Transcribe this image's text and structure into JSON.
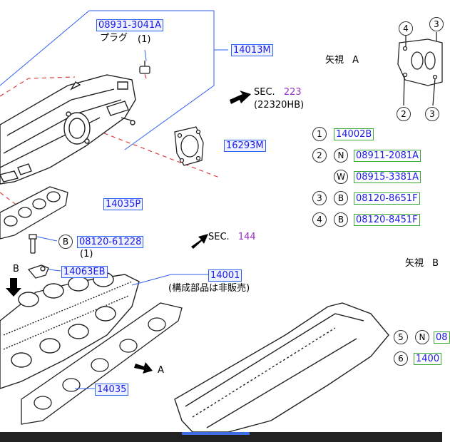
{
  "labels": {
    "pn_08931_3041A": "08931-3041A",
    "jp_plug": "プラグ",
    "qty_plug": "(1)",
    "pn_14013M": "14013M",
    "sec_223": "SEC.",
    "sec_223_num": "223",
    "sec_223_sub": "(22320HB)",
    "pn_16293M": "16293M",
    "pn_14035P": "14035P",
    "pn_08120_61228": "08120-61228",
    "qty_bolt": "(1)",
    "letter_B_left": "B",
    "pn_14063EB": "14063EB",
    "sec_144": "SEC.",
    "sec_144_num": "144",
    "pn_14001": "14001",
    "jp_not_sold": "(構成部品は非販売)",
    "pn_14035": "14035",
    "letter_A_arrow": "A",
    "view_A_jp": "矢視",
    "view_A_letter": "A",
    "view_B_jp": "矢視",
    "view_B_letter": "B"
  },
  "view_a_callouts": [
    {
      "num": "4"
    },
    {
      "num": "3"
    },
    {
      "num": "2"
    },
    {
      "num": "3"
    }
  ],
  "legend_a": [
    {
      "num": "1",
      "letter": "",
      "part": "14002B"
    },
    {
      "num": "2",
      "letter": "N",
      "part": "08911-2081A"
    },
    {
      "num": "",
      "letter": "W",
      "part": "08915-3381A"
    },
    {
      "num": "3",
      "letter": "B",
      "part": "08120-8651F"
    },
    {
      "num": "4",
      "letter": "B",
      "part": "08120-8451F"
    }
  ],
  "legend_b": [
    {
      "num": "5",
      "letter": "N",
      "part": "08"
    },
    {
      "num": "6",
      "letter": "",
      "part": "1400"
    }
  ],
  "colors": {
    "part_text": "#1a1ae6",
    "part_border": "#2f5ff0",
    "legend_border": "#39a839",
    "leader_blue": "#2f5ff0",
    "dashed_red": "#e04040",
    "sec_purple": "#9b30c8"
  }
}
